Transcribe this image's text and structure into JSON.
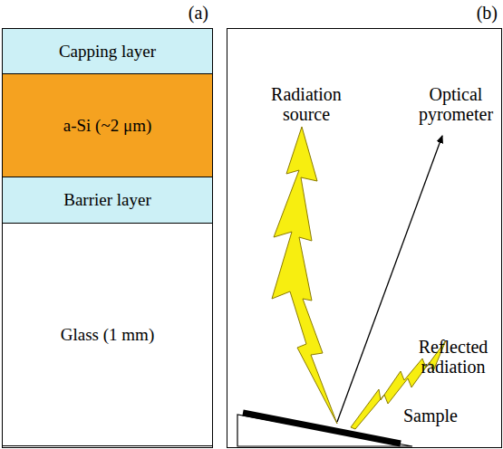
{
  "diagram": {
    "nodes": [
      {
        "text": [
          "(a)"
        ]
      },
      {
        "text": [
          "Capping layer"
        ],
        "in": 0
      },
      {
        "text": [
          "a-Si (~2 μm)"
        ],
        "in": 0
      },
      {
        "text": [
          "Barrier layer"
        ],
        "in": 0
      },
      {
        "text": [
          "Glass (1 mm)"
        ],
        "in": 0
      },
      {
        "text": [
          "(b)"
        ]
      }
    ],
    "labels": [
      "Radiation source",
      "Optical pyrometer",
      "Reflected radiation",
      "Sample"
    ]
  }
}
